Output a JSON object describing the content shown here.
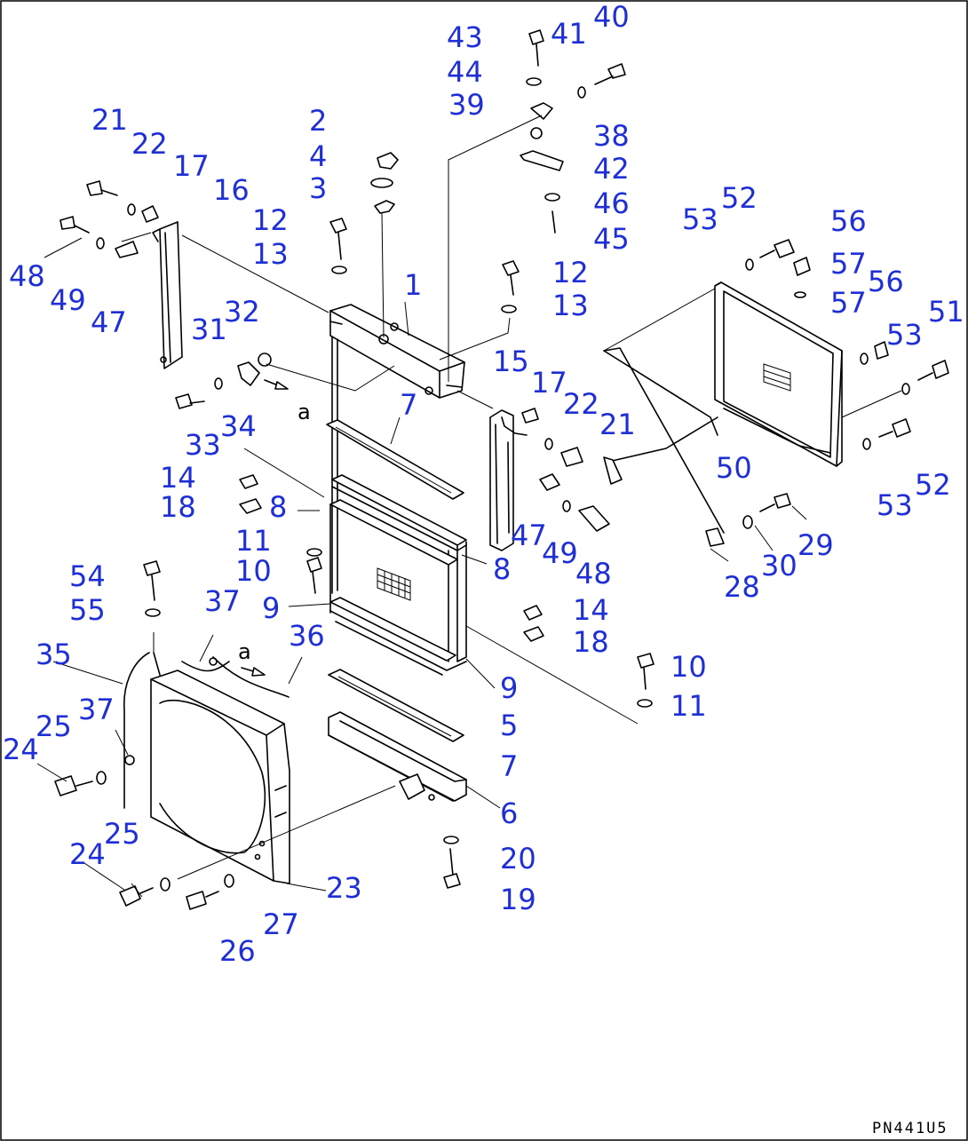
{
  "drawing_code": "PN441U5",
  "ref_mark": "a",
  "callouts": {
    "c1": "1",
    "c2": "2",
    "c3": "3",
    "c4": "4",
    "c5": "5",
    "c6": "6",
    "c7": "7",
    "c8": "8",
    "c9": "9",
    "c10": "10",
    "c11": "11",
    "c12": "12",
    "c13": "13",
    "c14": "14",
    "c15": "15",
    "c16": "16",
    "c17": "17",
    "c18": "18",
    "c19": "19",
    "c20": "20",
    "c21": "21",
    "c22": "22",
    "c23": "23",
    "c24": "24",
    "c25": "25",
    "c26": "26",
    "c27": "27",
    "c28": "28",
    "c29": "29",
    "c30": "30",
    "c31": "31",
    "c32": "32",
    "c33": "33",
    "c34": "34",
    "c35": "35",
    "c36": "36",
    "c37": "37",
    "c38": "38",
    "c39": "39",
    "c40": "40",
    "c41": "41",
    "c42": "42",
    "c43": "43",
    "c44": "44",
    "c45": "45",
    "c46": "46",
    "c47": "47",
    "c48": "48",
    "c49": "49",
    "c50": "50",
    "c51": "51",
    "c52": "52",
    "c53": "53",
    "c54": "54",
    "c55": "55",
    "c56": "56",
    "c57": "57"
  }
}
